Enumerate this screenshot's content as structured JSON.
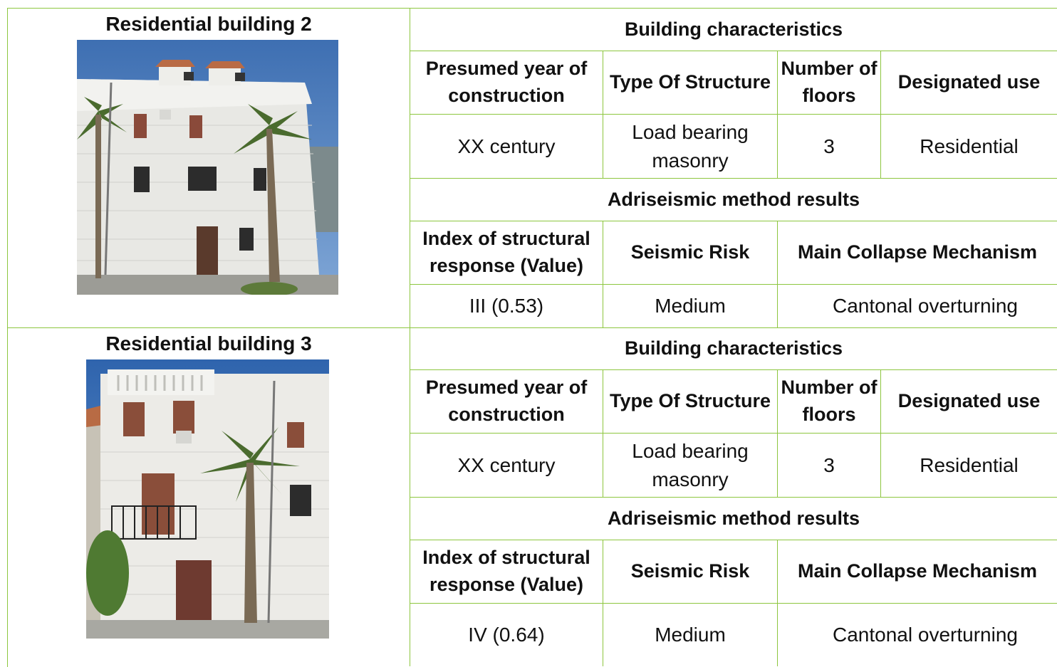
{
  "buildings": [
    {
      "title": "Residential building 2",
      "characteristics_header": "Building characteristics",
      "char_columns": [
        "Presumed year of construction",
        "Type Of Structure",
        "Number of floors",
        "Designated use"
      ],
      "char_values": [
        "XX century",
        "Load bearing masonry",
        "3",
        "Residential"
      ],
      "results_header": "Adriseismic method results",
      "result_columns": [
        "Index of structural response (Value)",
        "Seismic Risk",
        "Main Collapse Mechanism"
      ],
      "result_values": [
        "III (0.53)",
        "Medium",
        "Cantonal overturning"
      ]
    },
    {
      "title": "Residential building 3",
      "characteristics_header": "Building characteristics",
      "char_columns": [
        "Presumed year of construction",
        "Type Of Structure",
        "Number of floors",
        "Designated use"
      ],
      "char_values": [
        "XX century",
        "Load bearing masonry",
        "3",
        "Residential"
      ],
      "results_header": "Adriseismic method results",
      "result_columns": [
        "Index of structural response (Value)",
        "Seismic Risk",
        "Main Collapse Mechanism"
      ],
      "result_values": [
        "IV (0.64)",
        "Medium",
        "Cantonal overturning"
      ]
    }
  ],
  "colors": {
    "border": "#8dc63f",
    "text": "#111111"
  }
}
